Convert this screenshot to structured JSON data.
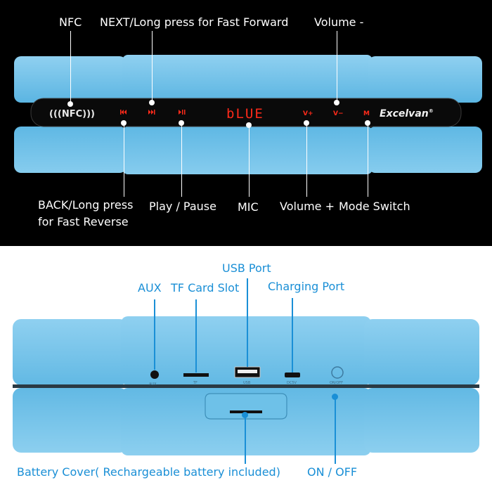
{
  "colors": {
    "top_background": "#000000",
    "bottom_background": "#ffffff",
    "speaker_blue": "#6fbfe6",
    "display_red": "#ff2a1a",
    "label_blue": "#1a8fd6"
  },
  "front_view": {
    "labels": {
      "nfc": "NFC",
      "next": "NEXT/Long press for Fast Forward",
      "volume_down": "Volume -",
      "back_line1": "BACK/Long press",
      "back_line2": "for Fast Reverse",
      "play_pause": "Play / Pause",
      "mic": "MIC",
      "volume_up": "Volume +",
      "mode_switch": "Mode Switch"
    },
    "panel": {
      "nfc_badge": "(((NFC)))",
      "display_text": "bLUE",
      "brand": "Excelvan",
      "brand_mark": "®",
      "volume_up_symbol": "V+",
      "volume_down_symbol": "V−",
      "mode_symbol": "M",
      "back_icon": "previous-track-icon",
      "next_icon": "next-track-icon",
      "play_icon": "play-pause-icon"
    }
  },
  "back_view": {
    "labels": {
      "aux": "AUX",
      "tf_card": "TF Card Slot",
      "usb": "USB Port",
      "charging": "Charging Port",
      "battery": "Battery Cover( Rechargeable battery included)",
      "on_off": "ON / OFF"
    },
    "port_captions": {
      "aux": "AUX",
      "tf": "TF",
      "usb": "USB",
      "dc": "DC5V",
      "on_off": "ON/OFF"
    }
  }
}
